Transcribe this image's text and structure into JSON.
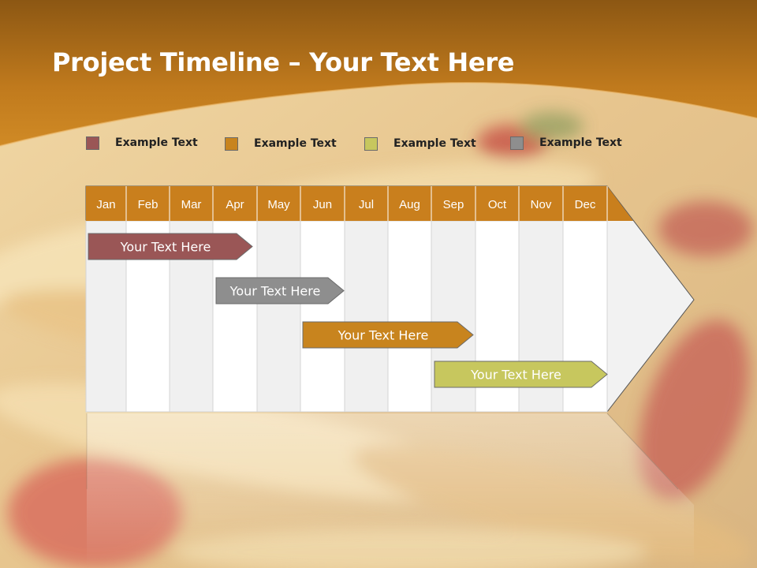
{
  "slide": {
    "title_bold": "Project Timeline",
    "title_rest": " – Your Text Here"
  },
  "legend": [
    {
      "label": "Example Text",
      "color": "#9a5656"
    },
    {
      "label": "Example Text",
      "color": "#c8841e"
    },
    {
      "label": "Example Text",
      "color": "#c7c75e"
    },
    {
      "label": "Example Text",
      "color": "#8e8e8e"
    }
  ],
  "timeline": {
    "months": [
      "Jan",
      "Feb",
      "Mar",
      "Apr",
      "May",
      "Jun",
      "Jul",
      "Aug",
      "Sep",
      "Oct",
      "Nov",
      "Dec"
    ],
    "tasks": [
      {
        "label": "Your  Text Here",
        "start_month": "Jan",
        "end_month": "Apr",
        "color": "#9a5656"
      },
      {
        "label": "Your  Text Here",
        "start_month": "Apr",
        "end_month": "Jun",
        "color": "#8e8e8e"
      },
      {
        "label": "Your  Text Here",
        "start_month": "Jun",
        "end_month": "Sep",
        "color": "#c8841e"
      },
      {
        "label": "Your  Text Here",
        "start_month": "Sep",
        "end_month": "Dec",
        "color": "#c7c75e"
      }
    ]
  },
  "colors": {
    "header_band": "#c97f1d",
    "header_band_dark": "#8f5a14"
  }
}
